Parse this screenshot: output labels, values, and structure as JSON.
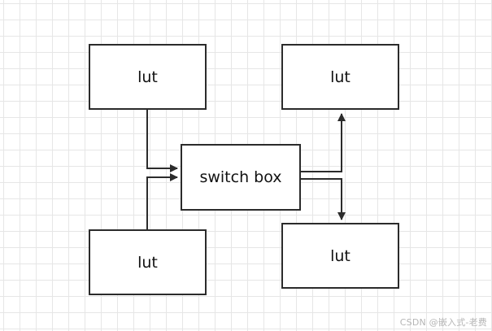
{
  "diagram": {
    "nodes": {
      "lut_top_left": "lut",
      "lut_top_right": "lut",
      "switch_box": "switch box",
      "lut_bottom_left": "lut",
      "lut_bottom_right": "lut"
    },
    "edges": [
      {
        "from": "lut_top_left",
        "to": "switch_box"
      },
      {
        "from": "lut_bottom_left",
        "to": "switch_box"
      },
      {
        "from": "switch_box",
        "to": "lut_top_right"
      },
      {
        "from": "switch_box",
        "to": "lut_bottom_right"
      }
    ],
    "line_color": "#2b2b2b"
  },
  "watermark": "CSDN @嵌入式-老费"
}
